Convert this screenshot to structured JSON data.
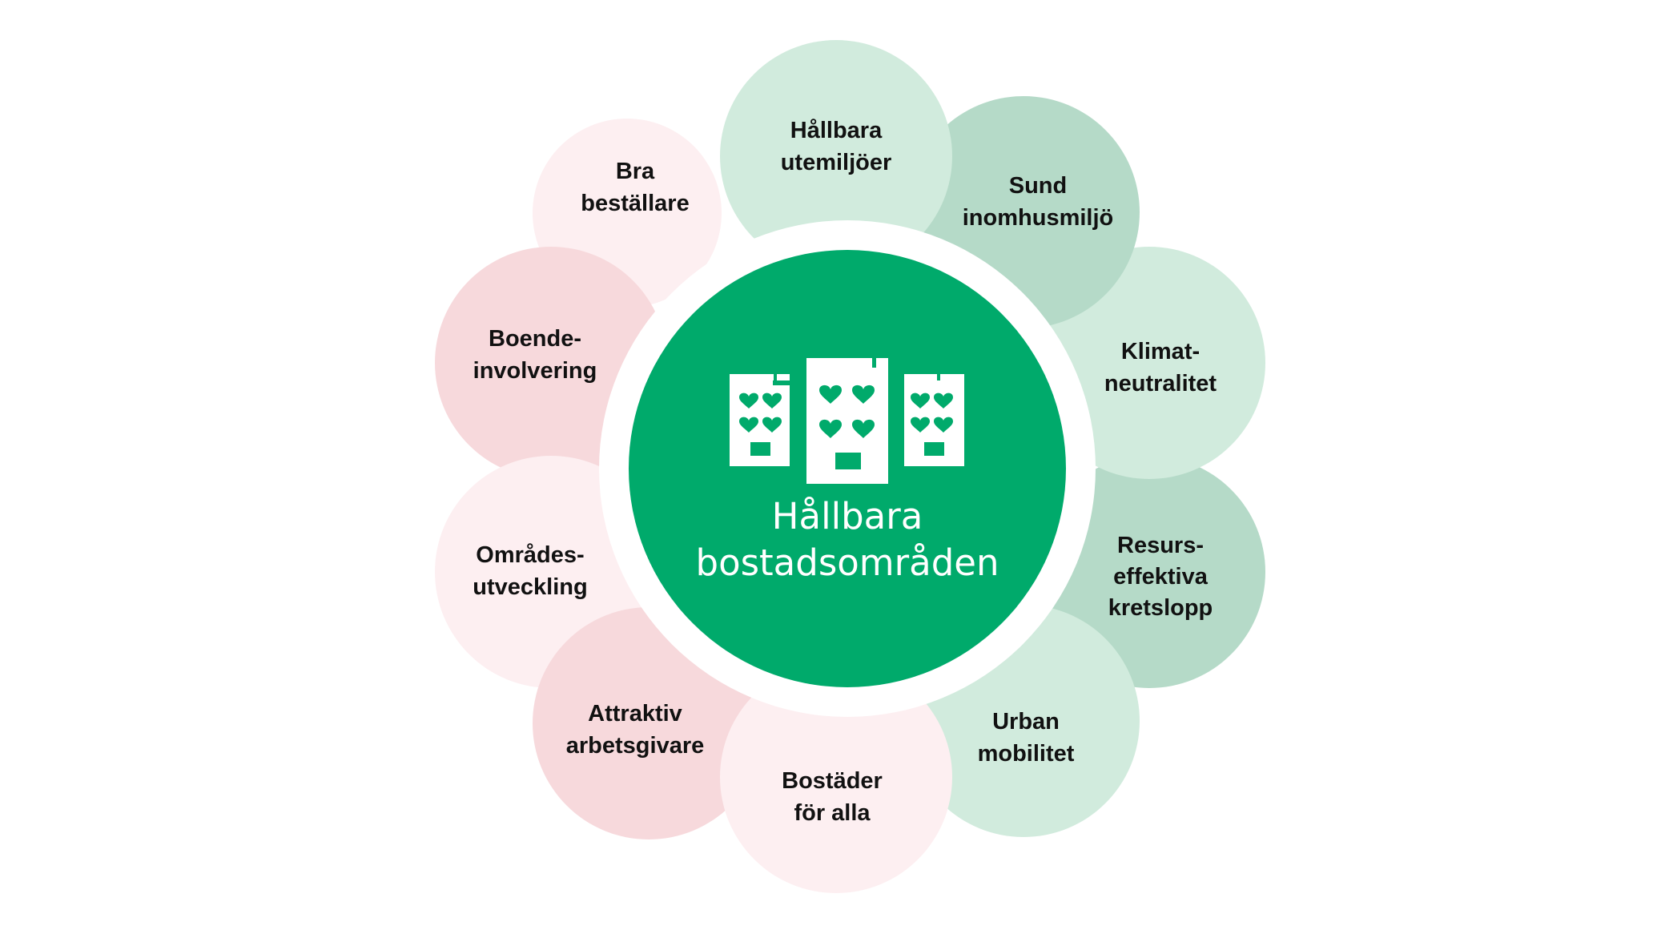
{
  "center": {
    "title_line1": "Hållbara",
    "title_line2": "bostadsområden",
    "icon": "buildings-with-hearts-icon"
  },
  "petals": [
    {
      "line1": "Hållbara",
      "line2": "utemiljöer",
      "line3": ""
    },
    {
      "line1": "Sund",
      "line2": "inomhusmiljö",
      "line3": ""
    },
    {
      "line1": "Klimat-",
      "line2": "neutralitet",
      "line3": ""
    },
    {
      "line1": "Resurs-",
      "line2": "effektiva",
      "line3": "kretslopp"
    },
    {
      "line1": "Urban",
      "line2": "mobilitet",
      "line3": ""
    },
    {
      "line1": "Bostäder",
      "line2": "för alla",
      "line3": ""
    },
    {
      "line1": "Attraktiv",
      "line2": "arbetsgivare",
      "line3": ""
    },
    {
      "line1": "Områdes-",
      "line2": "utveckling",
      "line3": ""
    },
    {
      "line1": "Boende-",
      "line2": "involvering",
      "line3": ""
    },
    {
      "line1": "Bra",
      "line2": "beställare",
      "line3": ""
    }
  ],
  "colors": {
    "center_green": "#00aa6b",
    "green_light": "#d1ebdd",
    "green_mid": "#b5dac8",
    "pink_light": "#fdeff1",
    "pink_mid": "#f7d9dc",
    "ring_white": "#ffffff"
  }
}
